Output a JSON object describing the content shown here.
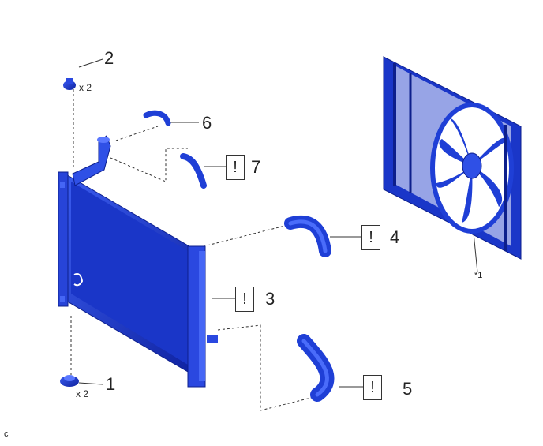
{
  "callouts": {
    "c1": "1",
    "c2": "2",
    "c3": "3",
    "c4": "4",
    "c5": "5",
    "c6": "6",
    "c7": "7"
  },
  "quantities": {
    "q1": "x 2",
    "q2": "x 2"
  },
  "warning_symbol": "!",
  "fan_note": "*1",
  "corner_label": "c",
  "colors": {
    "part_blue": "#1f3fd6",
    "part_dark": "#0d1f8c",
    "line": "#333333"
  }
}
